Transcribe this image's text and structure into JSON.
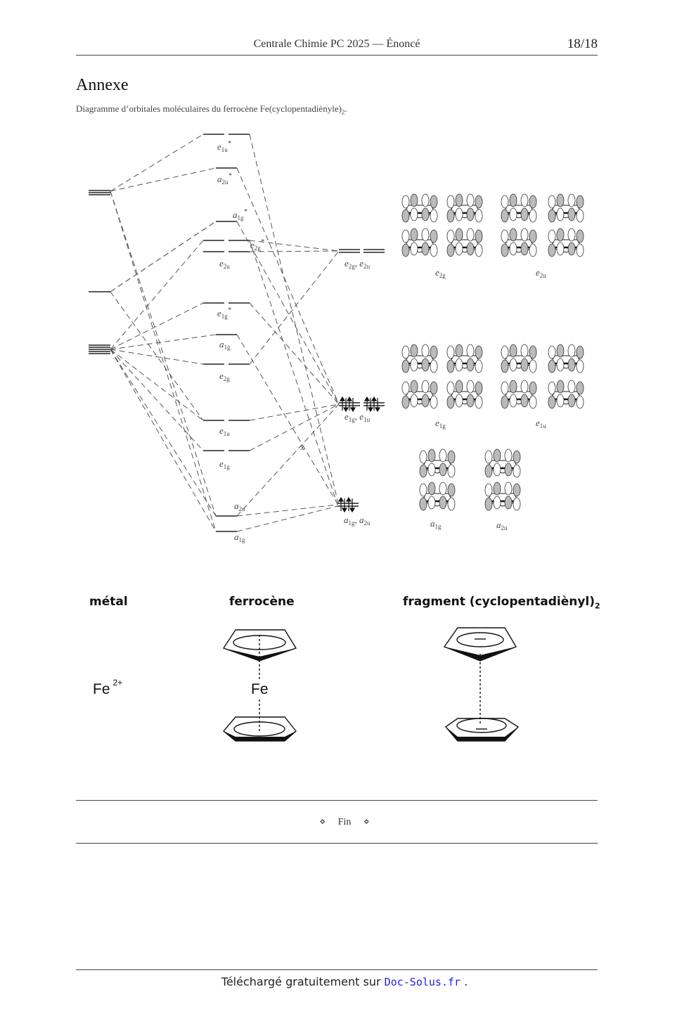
{
  "header": {
    "title": "Centrale Chimie PC 2025 — Énoncé",
    "page": "18/18"
  },
  "section": {
    "title": "Annexe",
    "caption": "Diagramme d’orbitales moléculaires du ferrocène Fe(cyclopentadiènyle)",
    "caption_sub": "2",
    "caption_end": "."
  },
  "diagram": {
    "mo_labels": [
      {
        "base": "e",
        "sub": "1u",
        "sup": "*"
      },
      {
        "base": "a",
        "sub": "2u",
        "sup": "*"
      },
      {
        "base": "a",
        "sub": "1g",
        "sup": "*"
      },
      {
        "base": "e",
        "sub": "2g",
        "sup": "*"
      },
      {
        "base": "e",
        "sub": "2u",
        "sup": ""
      },
      {
        "base": "e",
        "sub": "1g",
        "sup": "*"
      },
      {
        "base": "a",
        "sub": "1g",
        "sup": ""
      },
      {
        "base": "e",
        "sub": "2g",
        "sup": ""
      },
      {
        "base": "e",
        "sub": "1u",
        "sup": ""
      },
      {
        "base": "e",
        "sub": "1g",
        "sup": ""
      },
      {
        "base": "a",
        "sub": "2u",
        "sup": ""
      },
      {
        "base": "a",
        "sub": "1g",
        "sup": ""
      }
    ],
    "fragment_labels": [
      {
        "a": "e",
        "a_sub": "2g",
        "b": "e",
        "b_sub": "2u"
      },
      {
        "a": "e",
        "a_sub": "1g",
        "b": "e",
        "b_sub": "1u"
      },
      {
        "a": "a",
        "a_sub": "1g",
        "b": "a",
        "b_sub": "2u"
      }
    ],
    "orbital_group_labels": [
      {
        "base": "e",
        "sub": "2g"
      },
      {
        "base": "e",
        "sub": "2u"
      },
      {
        "base": "e",
        "sub": "1g"
      },
      {
        "base": "e",
        "sub": "1u"
      },
      {
        "base": "a",
        "sub": "1g"
      },
      {
        "base": "a",
        "sub": "2u"
      }
    ]
  },
  "structures": {
    "metal_heading": "métal",
    "ferrocene_heading": "ferrocène",
    "fragment_heading": "fragment (cyclopentadiènyl)",
    "fragment_heading_sub": "2",
    "metal_ion": "Fe",
    "metal_ion_charge": "2+",
    "ferrocene_metal": "Fe"
  },
  "end": {
    "text": "Fin",
    "marker": "⋄"
  },
  "footer": {
    "text": "Téléchargé gratuitement sur ",
    "link": "Doc-Solus.fr",
    "end": " ."
  }
}
